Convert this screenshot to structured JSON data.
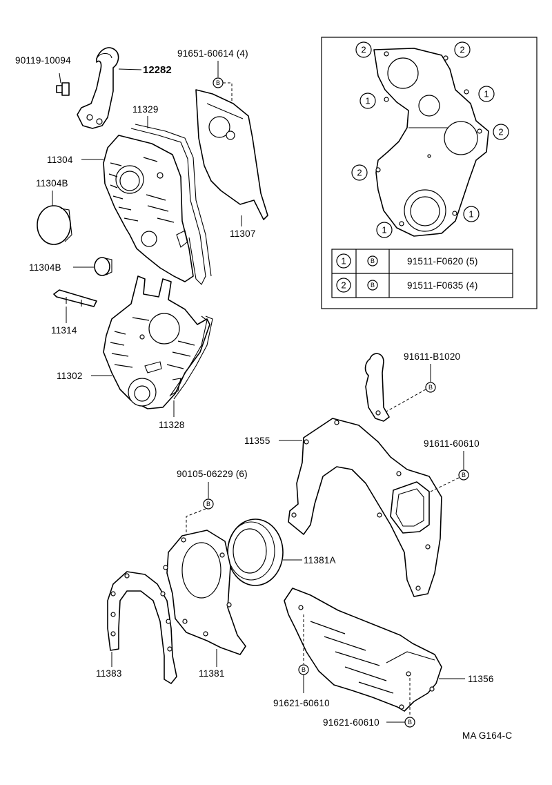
{
  "labels": {
    "p90119": "90119-10094",
    "p12282": "12282",
    "p91651": "91651-60614 (4)",
    "p11329": "11329",
    "p11304": "11304",
    "p11304b_a": "11304B",
    "p11307": "11307",
    "p11304b_b": "11304B",
    "p11314": "11314",
    "p11302": "11302",
    "p11328": "11328",
    "p91611_b": "91611-B1020",
    "p11355": "11355",
    "p91611_6": "91611-60610",
    "p90105": "90105-06229 (6)",
    "p11381a": "11381A",
    "p11383": "11383",
    "p11381": "11381",
    "p11356": "11356",
    "p91621_a": "91621-60610",
    "p91621_b": "91621-60610",
    "code": "MA G164-C"
  },
  "inset": {
    "callouts": [
      "2",
      "2",
      "1",
      "1",
      "2",
      "2",
      "1",
      "1"
    ],
    "bolt_symbol": "B",
    "table": [
      {
        "num": "1",
        "sym": "B",
        "part": "91511-F0620 (5)"
      },
      {
        "num": "2",
        "sym": "B",
        "part": "91511-F0635 (4)"
      }
    ]
  },
  "bolt_symbol": "B"
}
